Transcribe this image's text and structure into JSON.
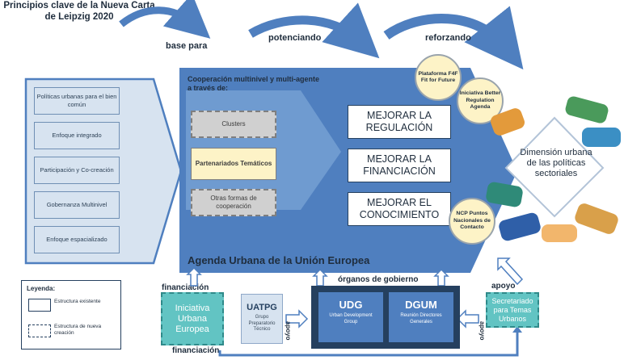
{
  "header": {
    "principles_title": "Principios clave de la Nueva Carta de Leipzig 2020",
    "arrow1": "base para",
    "arrow2": "potenciando",
    "arrow3": "reforzando"
  },
  "principles": [
    "Políticas urbanas para el bien común",
    "Enfoque integrado",
    "Participación y Co-creación",
    "Gobernanza Multinivel",
    "Enfoque espacializado"
  ],
  "center": {
    "cooperation_title": "Cooperación multinivel y multi-agente a través de:",
    "clusters": "Clusters",
    "partenariados": "Partenariados Temáticos",
    "otras": "Otras formas de cooperación",
    "improve": [
      "MEJORAR LA REGULACIÓN",
      "MEJORAR LA FINANCIACIÓN",
      "MEJORAR EL CONOCIMIENTO"
    ],
    "agenda_title": "Agenda Urbana de la Unión Europea"
  },
  "circles": {
    "plataforma": "Plataforma F4F Fit for Future",
    "iniciativa": "Iniciativa Better Regulation Agenda",
    "ncp": "NCP Puntos Nacionales de Contacto"
  },
  "right": {
    "dimension": "Dimensión urbana de las políticas sectoriales"
  },
  "bottom": {
    "financiacion_top": "financiación",
    "financiacion_bottom": "financiación",
    "organos": "órganos de gobierno",
    "apoyo": "apoyo",
    "apoyo_vertical1": "apoyo",
    "apoyo_vertical2": "apoyo",
    "iue": "Iniciativa Urbana Europea",
    "uatpg": "UATPG",
    "uatpg_sub": "Grupo Preparatorio Técnico",
    "udg": "UDG",
    "udg_sub": "Urban Development Group",
    "dgum": "DGUM",
    "dgum_sub": "Reunión Directores Generales",
    "secretariado": "Secretariado para Temas Urbanos"
  },
  "legend": {
    "title": "Leyenda:",
    "existing": "Estructura existente",
    "new": "Estructura de nueva creación"
  },
  "colors": {
    "main_blue": "#4f7fbf",
    "light_blue": "#d7e3f0",
    "teal": "#62c4c3",
    "navy": "#25405f",
    "yellow": "#fdf3c7"
  }
}
